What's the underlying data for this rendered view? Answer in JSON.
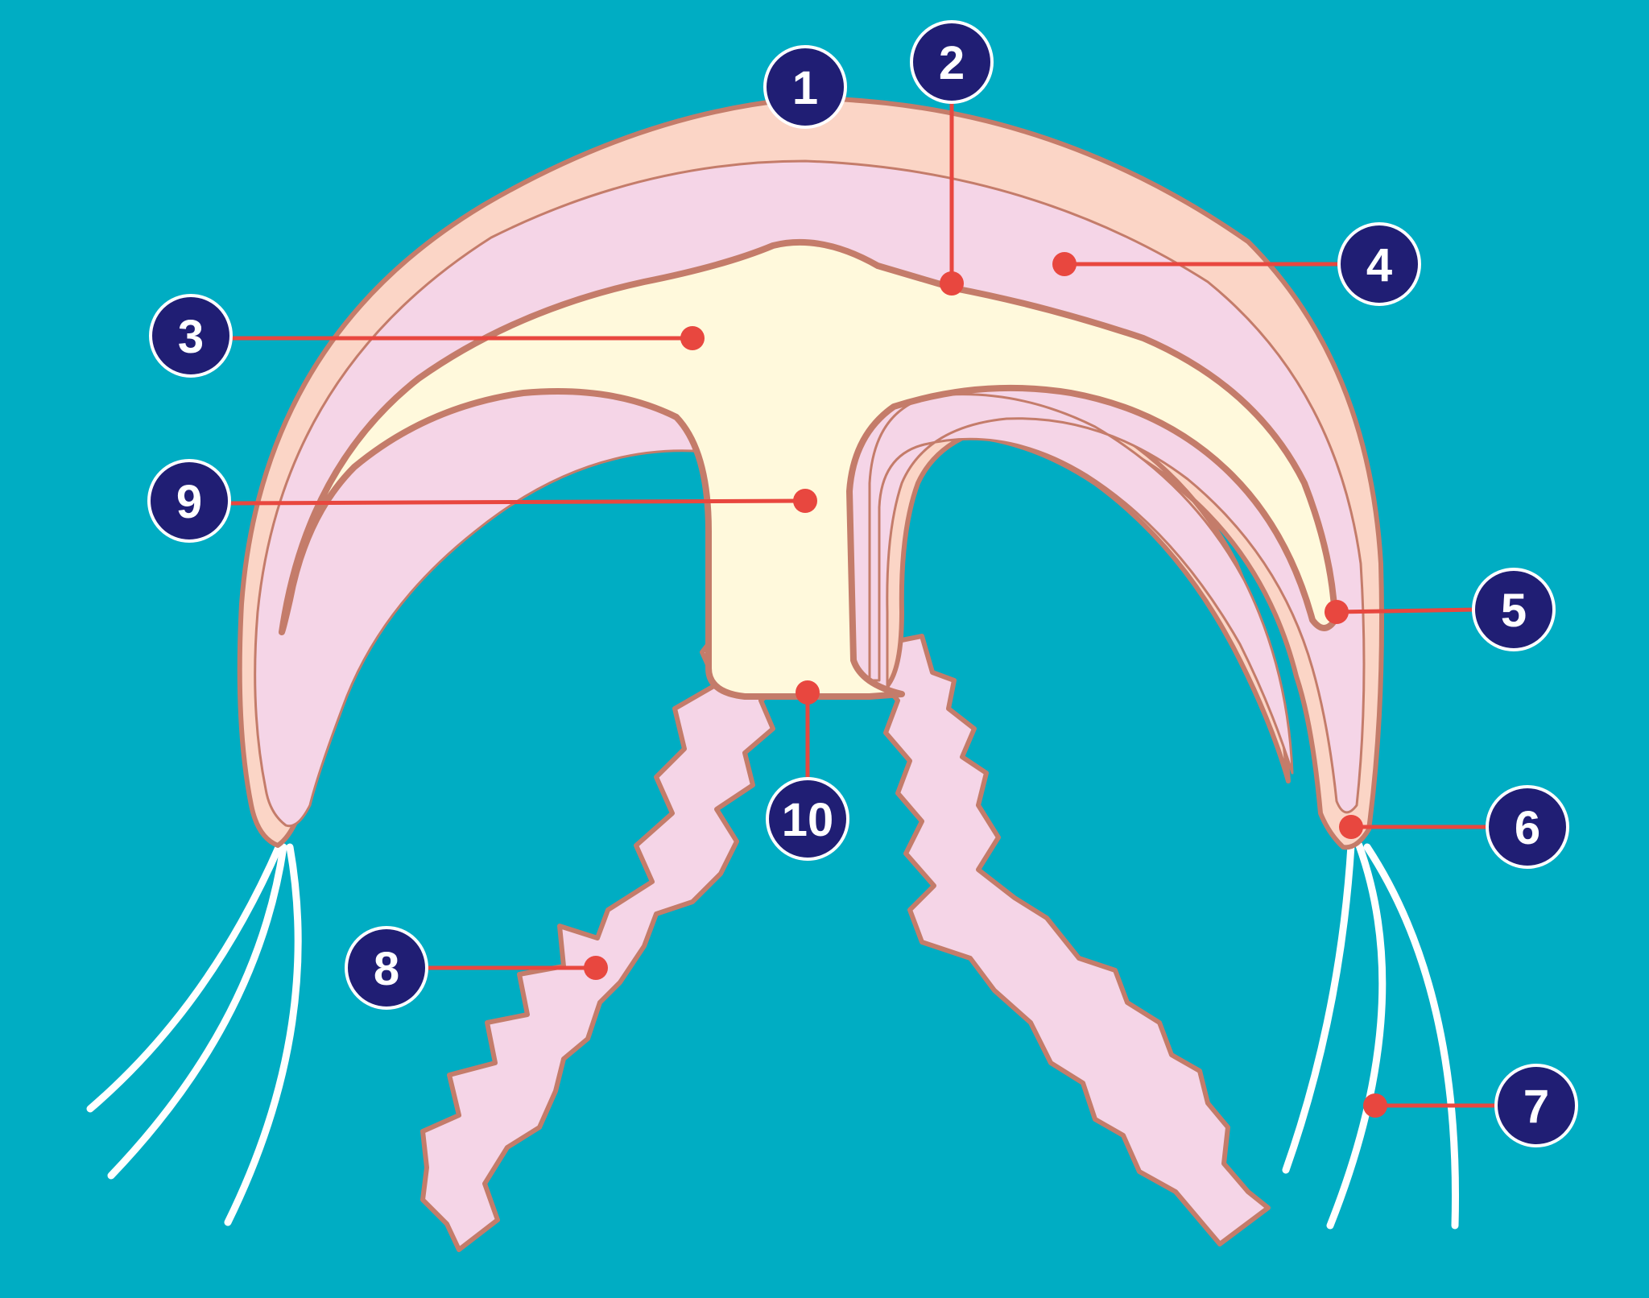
{
  "colors": {
    "background": "#00adc3",
    "outer_layer": "#fbd5c6",
    "middle_layer": "#f5d5e7",
    "core": "#fff9dc",
    "outline": "#c47c6a",
    "pointer": "#e8473f",
    "marker_fill": "#201e74",
    "marker_text": "#ffffff",
    "tentacle": "#ffffff"
  },
  "markers": [
    {
      "id": "1",
      "label": "1"
    },
    {
      "id": "2",
      "label": "2"
    },
    {
      "id": "3",
      "label": "3"
    },
    {
      "id": "4",
      "label": "4"
    },
    {
      "id": "5",
      "label": "5"
    },
    {
      "id": "6",
      "label": "6"
    },
    {
      "id": "7",
      "label": "7"
    },
    {
      "id": "8",
      "label": "8"
    },
    {
      "id": "9",
      "label": "9"
    },
    {
      "id": "10",
      "label": "10"
    }
  ]
}
